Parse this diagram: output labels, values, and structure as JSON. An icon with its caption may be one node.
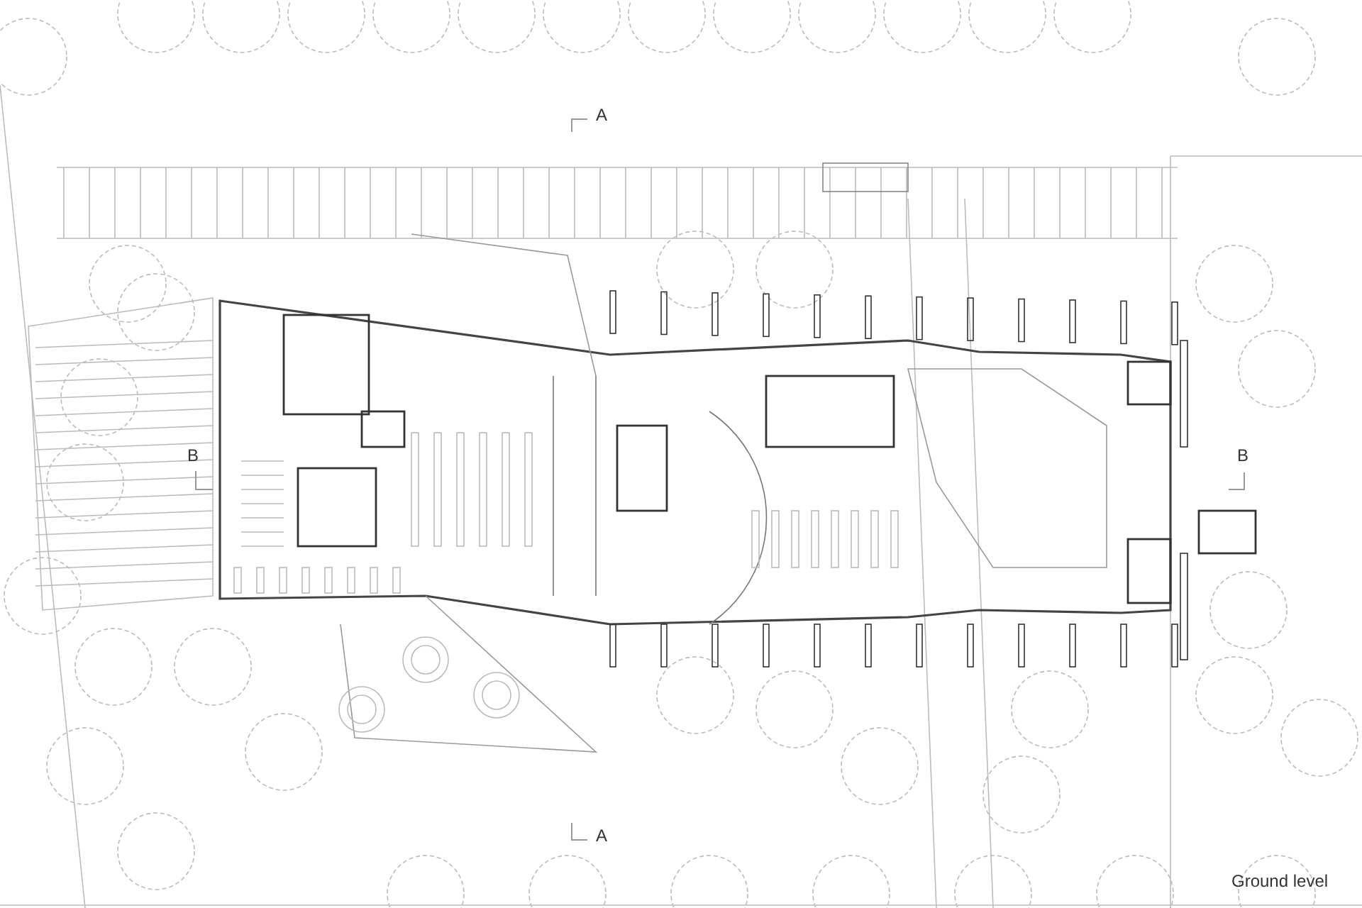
{
  "diagram": {
    "caption": "Ground level",
    "labels": [
      "A",
      "B",
      "B",
      "A"
    ]
  }
}
